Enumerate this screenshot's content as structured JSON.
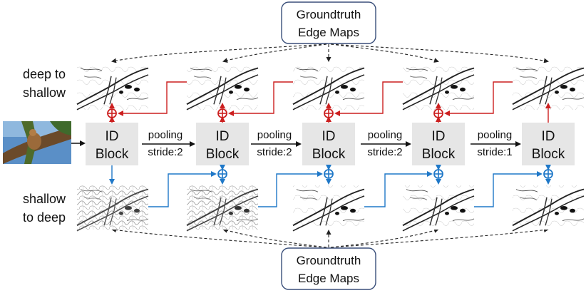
{
  "groundtruth_top": {
    "line1": "Groundtruth",
    "line2": "Edge Maps"
  },
  "groundtruth_bottom": {
    "line1": "Groundtruth",
    "line2": "Edge Maps"
  },
  "row_labels": {
    "top": {
      "line1": "deep to",
      "line2": "shallow"
    },
    "bottom": {
      "line1": "shallow",
      "line2": "to deep"
    }
  },
  "id_blocks": [
    {
      "line1": "ID",
      "line2": "Block"
    },
    {
      "line1": "ID",
      "line2": "Block"
    },
    {
      "line1": "ID",
      "line2": "Block"
    },
    {
      "line1": "ID",
      "line2": "Block"
    },
    {
      "line1": "ID",
      "line2": "Block"
    }
  ],
  "poolings": [
    {
      "line1": "pooling",
      "line2": "stride:2"
    },
    {
      "line1": "pooling",
      "line2": "stride:2"
    },
    {
      "line1": "pooling",
      "line2": "stride:2"
    },
    {
      "line1": "pooling",
      "line2": "stride:1"
    }
  ],
  "colors": {
    "deep_to_shallow": "#cc1f1f",
    "shallow_to_deep": "#1f78c8",
    "block_fill": "#e6e6e6",
    "groundtruth_border": "#3a4f7a"
  }
}
